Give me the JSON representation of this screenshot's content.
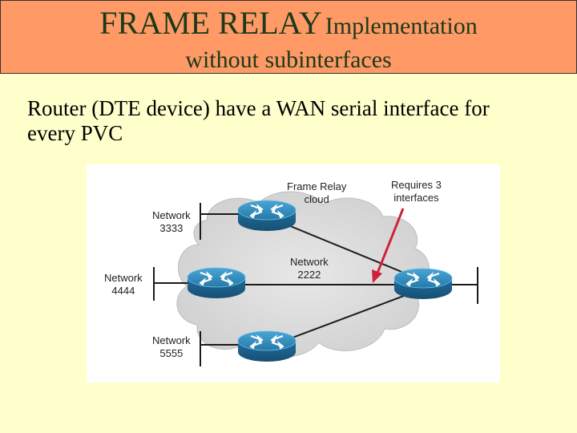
{
  "title": {
    "main": "FRAME RELAY",
    "sub": "Implementation",
    "line2": "without subinterfaces"
  },
  "body": {
    "line1": "Router (DTE device) have a WAN serial interface for",
    "line2": "every PVC"
  },
  "diagram": {
    "cloud_label": [
      "Frame Relay",
      "cloud"
    ],
    "requires_label": [
      "Requires 3",
      "interfaces"
    ],
    "networks": [
      {
        "label": "Network",
        "number": "3333"
      },
      {
        "label": "Network",
        "number": "4444"
      },
      {
        "label": "Network",
        "number": "5555"
      },
      {
        "label": "Network",
        "number": "2222"
      }
    ],
    "colors": {
      "cloud": "#dcdcdc",
      "router_top": "#2e88b8",
      "router_body": "#1f6f9e",
      "arrow": "#d0203a"
    }
  }
}
